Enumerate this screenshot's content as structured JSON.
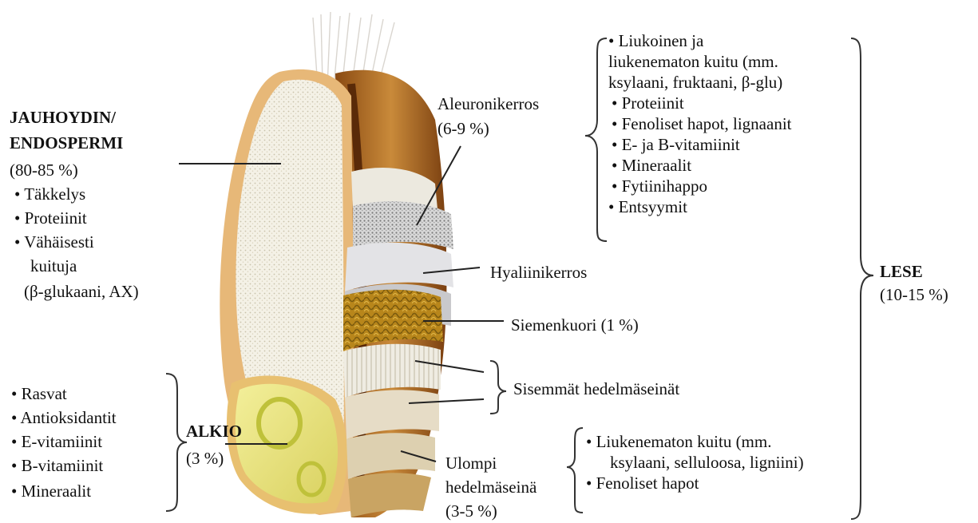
{
  "diagram": {
    "endosperm": {
      "title_line1": "JAUHOYDIN/",
      "title_line2": "ENDOSPERMI",
      "percent": "(80-85 %)",
      "items": [
        "• Täkkelys",
        "• Proteiinit",
        "• Vähäisesti"
      ],
      "item_cont1": "kuituja",
      "item_cont2": "(β-glukaani, AX)"
    },
    "germ": {
      "items": [
        "• Rasvat",
        "• Antioksidantit",
        "• E-vitamiinit",
        "• B-vitamiinit",
        "• Mineraalit"
      ],
      "title": "ALKIO",
      "percent": "(3 %)"
    },
    "aleurone": {
      "title": "Aleuronikerros",
      "percent": "(6-9 %)",
      "items": [
        "• Liukoinen ja",
        "liukenematon kuitu (mm.",
        "ksylaani, fruktaani, β-glu)",
        "• Proteiinit",
        "• Fenoliset hapot, lignaanit",
        "• E- ja B-vitamiinit",
        "• Mineraalit",
        "• Fytiinihappo",
        "• Entsyymit"
      ]
    },
    "hyaline": {
      "label": "Hyaliinikerros"
    },
    "seed_coat": {
      "label": "Siemenkuori (1 %)"
    },
    "inner_pericarp": {
      "label": "Sisemmät hedelmäseinät"
    },
    "outer_pericarp": {
      "title_line1": "Ulompi",
      "title_line2": "hedelmäseinä",
      "percent": "(3-5 %)",
      "items": [
        "• Liukenematon kuitu (mm.",
        "ksylaani, selluloosa, ligniini)",
        "• Fenoliset hapot"
      ]
    },
    "bran": {
      "title": "LESE",
      "percent": "(10-15 %)"
    }
  }
}
